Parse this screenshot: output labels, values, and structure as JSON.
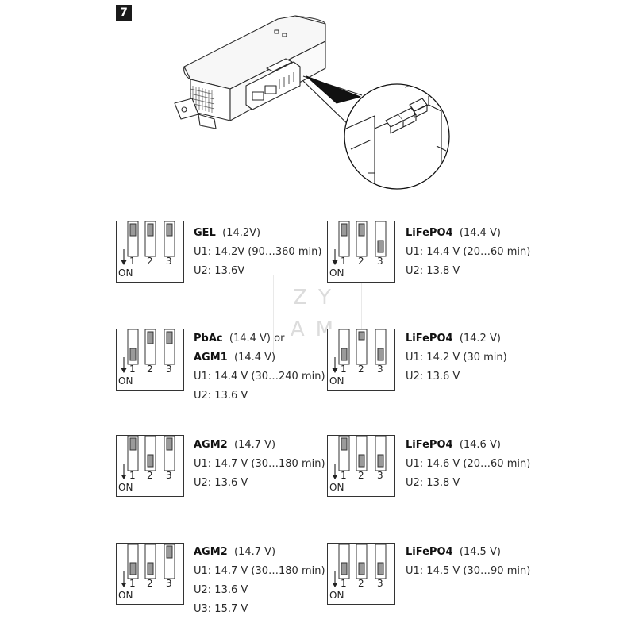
{
  "figure": {
    "number": "7"
  },
  "watermark": {
    "lines": [
      "ZY",
      "AM"
    ]
  },
  "dip_labels": {
    "positions": [
      "1",
      "2",
      "3"
    ],
    "on": "ON"
  },
  "settings": [
    {
      "dip": [
        "off",
        "off",
        "off"
      ],
      "lines": [
        {
          "bold": "GEL",
          "rest": "(14.2V)"
        },
        {
          "bold": "",
          "rest": "U1: 14.2V (90…360 min)"
        },
        {
          "bold": "",
          "rest": "U2: 13.6V"
        }
      ]
    },
    {
      "dip": [
        "off",
        "off",
        "on"
      ],
      "lines": [
        {
          "bold": "LiFePO4",
          "rest": "(14.4 V)"
        },
        {
          "bold": "",
          "rest": "U1: 14.4 V (20…60 min)"
        },
        {
          "bold": "",
          "rest": "U2: 13.8 V"
        }
      ]
    },
    {
      "dip": [
        "on",
        "off",
        "off"
      ],
      "lines": [
        {
          "bold": "PbAc",
          "rest": "(14.4 V) or"
        },
        {
          "bold": "AGM1",
          "rest": "(14.4 V)"
        },
        {
          "bold": "",
          "rest": "U1: 14.4 V (30…240 min)"
        },
        {
          "bold": "",
          "rest": "U2: 13.6 V"
        }
      ]
    },
    {
      "dip": [
        "on",
        "mid",
        "on"
      ],
      "lines": [
        {
          "bold": "LiFePO4",
          "rest": "(14.2 V)"
        },
        {
          "bold": "",
          "rest": "U1: 14.2 V (30 min)"
        },
        {
          "bold": "",
          "rest": "U2: 13.6 V"
        }
      ]
    },
    {
      "dip": [
        "off",
        "on",
        "off"
      ],
      "lines": [
        {
          "bold": "AGM2",
          "rest": "(14.7 V)"
        },
        {
          "bold": "",
          "rest": "U1: 14.7 V (30…180 min)"
        },
        {
          "bold": "",
          "rest": "U2: 13.6 V"
        }
      ]
    },
    {
      "dip": [
        "off",
        "on",
        "on"
      ],
      "lines": [
        {
          "bold": "LiFePO4",
          "rest": "(14.6 V)"
        },
        {
          "bold": "",
          "rest": "U1: 14.6 V (20…60 min)"
        },
        {
          "bold": "",
          "rest": "U2: 13.8 V"
        }
      ]
    },
    {
      "dip": [
        "on",
        "on",
        "off"
      ],
      "lines": [
        {
          "bold": "AGM2",
          "rest": "(14.7 V)"
        },
        {
          "bold": "",
          "rest": "U1: 14.7 V (30…180 min)"
        },
        {
          "bold": "",
          "rest": "U2: 13.6 V"
        },
        {
          "bold": "",
          "rest": "U3: 15.7 V"
        }
      ]
    },
    {
      "dip": [
        "on",
        "on",
        "on"
      ],
      "lines": [
        {
          "bold": "LiFePO4",
          "rest": "(14.5 V)"
        },
        {
          "bold": "",
          "rest": "U1: 14.5 V (30…90 min)"
        }
      ]
    }
  ]
}
